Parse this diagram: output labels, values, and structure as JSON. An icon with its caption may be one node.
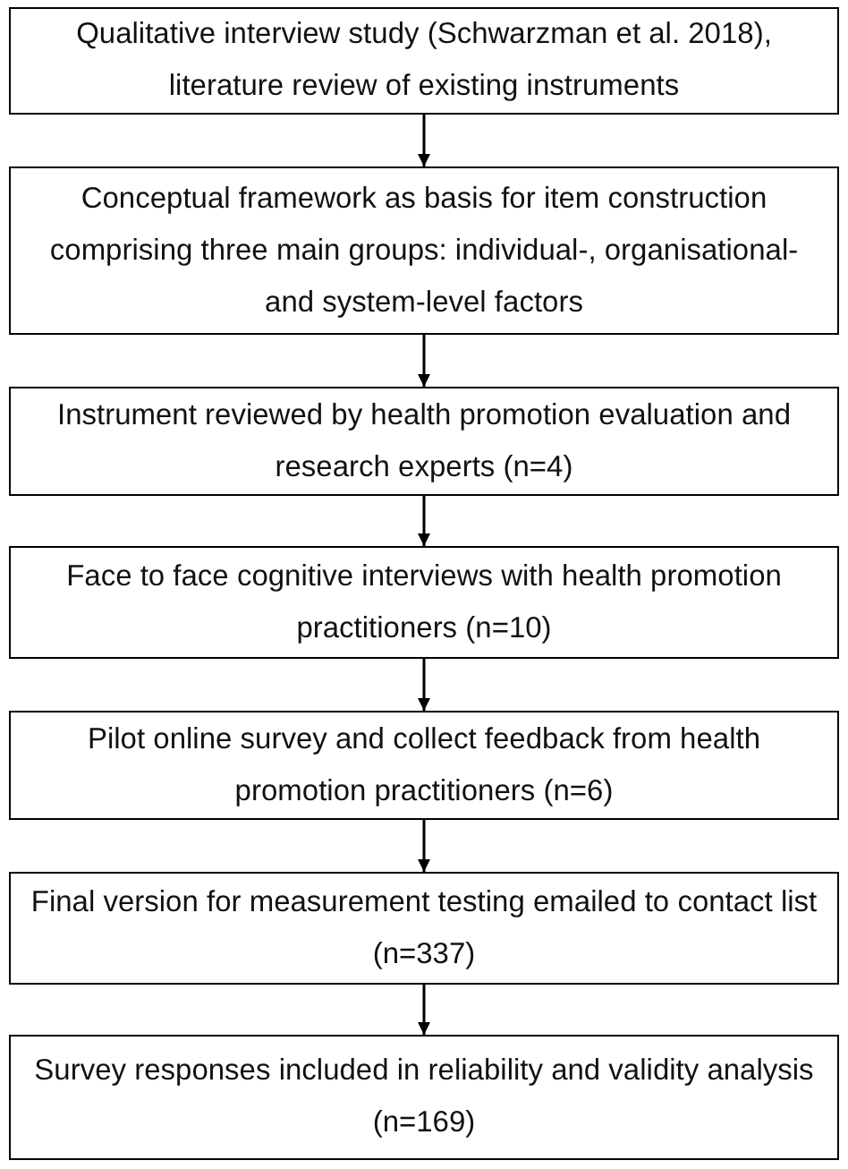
{
  "diagram": {
    "nodes": [
      {
        "text": [
          "Qualitative interview study (Schwarzman et al. 2018), literature review of existing instruments"
        ]
      },
      {
        "text": [
          "Conceptual framework as basis for item construction comprising three main groups: individual-, organisational- and system-level factors"
        ]
      },
      {
        "text": [
          "Instrument reviewed by health promotion evaluation and research experts (n=4)"
        ]
      },
      {
        "text": [
          "Face to face cognitive interviews with health promotion practitioners (n=10)"
        ]
      },
      {
        "text": [
          "Pilot online survey and collect feedback from health promotion practitioners (n=6)"
        ]
      },
      {
        "text": [
          "Final version for measurement testing emailed to contact list (n=337)"
        ]
      },
      {
        "text": [
          "Survey responses included in reliability and validity analysis (n=169)"
        ]
      }
    ],
    "edges": [
      {
        "from": 0,
        "to": 1,
        "arrow": "to"
      },
      {
        "from": 1,
        "to": 2,
        "arrow": "to"
      },
      {
        "from": 2,
        "to": 3,
        "arrow": "to"
      },
      {
        "from": 3,
        "to": 4,
        "arrow": "to"
      },
      {
        "from": 4,
        "to": 5,
        "arrow": "to"
      },
      {
        "from": 5,
        "to": 6,
        "arrow": "to"
      }
    ]
  }
}
